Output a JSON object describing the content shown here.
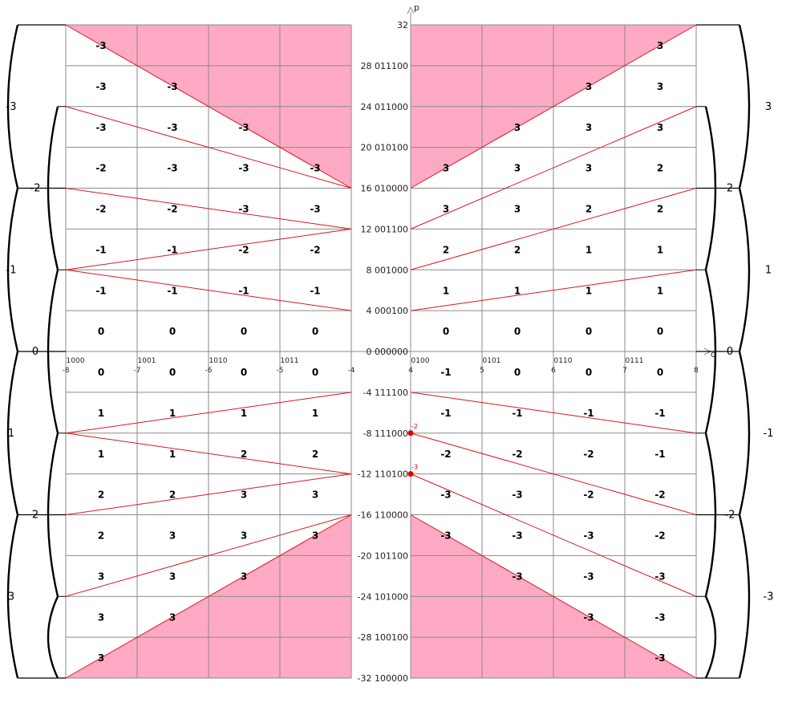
{
  "axes": {
    "x_name": "d",
    "y_name": "p",
    "origin_label": "0 000000"
  },
  "y_labels": [
    {
      "p": 32,
      "text": "32"
    },
    {
      "p": 28,
      "text": "28 011100"
    },
    {
      "p": 24,
      "text": "24 011000"
    },
    {
      "p": 20,
      "text": "20 010100"
    },
    {
      "p": 16,
      "text": "16 010000"
    },
    {
      "p": 12,
      "text": "12 001100"
    },
    {
      "p": 8,
      "text": "8 001000"
    },
    {
      "p": 4,
      "text": "4 000100"
    },
    {
      "p": -4,
      "text": "-4 111100"
    },
    {
      "p": -8,
      "text": "-8 111000"
    },
    {
      "p": -12,
      "text": "-12 110100"
    },
    {
      "p": -16,
      "text": "-16 110000"
    },
    {
      "p": -20,
      "text": "-20 101100"
    },
    {
      "p": -24,
      "text": "-24 101000"
    },
    {
      "p": -28,
      "text": "-28 100100"
    },
    {
      "p": -32,
      "text": "-32 100000"
    }
  ],
  "x_ticks_left": [
    {
      "d": -8,
      "num": "-8",
      "bin": "1000"
    },
    {
      "d": -7,
      "num": "-7",
      "bin": "1001"
    },
    {
      "d": -6,
      "num": "-6",
      "bin": "1010"
    },
    {
      "d": -5,
      "num": "-5",
      "bin": "1011"
    },
    {
      "d": -4,
      "num": "-4",
      "bin": ""
    }
  ],
  "x_ticks_right": [
    {
      "d": 4,
      "num": "4",
      "bin": "0100"
    },
    {
      "d": 5,
      "num": "5",
      "bin": "0101"
    },
    {
      "d": 6,
      "num": "6",
      "bin": "0110"
    },
    {
      "d": 7,
      "num": "7",
      "bin": "0111"
    },
    {
      "d": 8,
      "num": "8",
      "bin": ""
    }
  ],
  "left_brace_labels": [
    {
      "text": "-3",
      "row": 2
    },
    {
      "text": "-2",
      "row": 4
    },
    {
      "text": "-1",
      "row": 6
    },
    {
      "text": "0",
      "row": 8
    },
    {
      "text": "1",
      "row": 10
    },
    {
      "text": "2",
      "row": 12
    },
    {
      "text": "3",
      "row": 14
    }
  ],
  "right_brace_labels": [
    {
      "text": "3",
      "row": 2
    },
    {
      "text": "2",
      "row": 4
    },
    {
      "text": "1",
      "row": 6
    },
    {
      "text": "0",
      "row": 8
    },
    {
      "text": "-1",
      "row": 10
    },
    {
      "text": "-2",
      "row": 12
    },
    {
      "text": "-3",
      "row": 14
    }
  ],
  "left_grid_values": [
    [
      "-3",
      "",
      "",
      ""
    ],
    [
      "-3",
      "-3",
      "",
      ""
    ],
    [
      "-3",
      "-3",
      "-3",
      ""
    ],
    [
      "-2",
      "-3",
      "-3",
      "-3"
    ],
    [
      "-2",
      "-2",
      "-3",
      "-3"
    ],
    [
      "-1",
      "-1",
      "-2",
      "-2"
    ],
    [
      "-1",
      "-1",
      "-1",
      "-1"
    ],
    [
      "0",
      "0",
      "0",
      "0"
    ],
    [
      "0",
      "0",
      "0",
      "0"
    ],
    [
      "1",
      "1",
      "1",
      "1"
    ],
    [
      "1",
      "1",
      "2",
      "2"
    ],
    [
      "2",
      "2",
      "3",
      "3"
    ],
    [
      "2",
      "3",
      "3",
      "3"
    ],
    [
      "3",
      "3",
      "3",
      ""
    ],
    [
      "3",
      "3",
      "",
      ""
    ],
    [
      "3",
      "",
      "",
      ""
    ]
  ],
  "right_grid_values": [
    [
      "",
      "",
      "",
      "3"
    ],
    [
      "",
      "",
      "3",
      "3"
    ],
    [
      "",
      "3",
      "3",
      "3"
    ],
    [
      "3",
      "3",
      "3",
      "2"
    ],
    [
      "3",
      "3",
      "2",
      "2"
    ],
    [
      "2",
      "2",
      "1",
      "1"
    ],
    [
      "1",
      "1",
      "1",
      "1"
    ],
    [
      "0",
      "0",
      "0",
      "0"
    ],
    [
      "-1",
      "0",
      "0",
      "0"
    ],
    [
      "-1",
      "-1",
      "-1",
      "-1"
    ],
    [
      "-2",
      "-2",
      "-2",
      "-1"
    ],
    [
      "-3",
      "-3",
      "-2",
      "-2"
    ],
    [
      "-3",
      "-3",
      "-3",
      "-2"
    ],
    [
      "",
      "-3",
      "-3",
      "-3"
    ],
    [
      "",
      "",
      "-3",
      "-3"
    ],
    [
      "",
      "",
      "",
      "-3"
    ]
  ],
  "red_points": [
    {
      "p": -8,
      "label": "-2"
    },
    {
      "p": -12,
      "label": "-3"
    }
  ],
  "colors": {
    "shade": "#ffaac4",
    "grid": "#8a8a8a",
    "boundary": "#d81818",
    "point": "#e00000",
    "brace": "#000000"
  }
}
